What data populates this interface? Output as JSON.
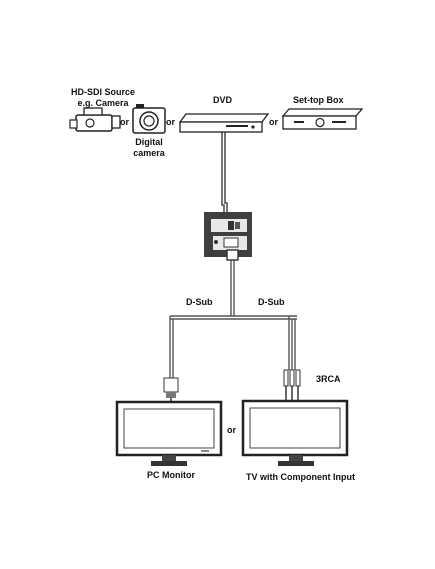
{
  "sources": {
    "hdsdi_line1": "HD-SDI Source",
    "hdsdi_line2": "e.g. Camera",
    "digital_line1": "Digital",
    "digital_line2": "camera",
    "dvd": "DVD",
    "settop": "Set-top Box",
    "or": "or"
  },
  "connections": {
    "dsub_left": "D-Sub",
    "dsub_right": "D-Sub",
    "rca": "3RCA"
  },
  "displays": {
    "pc_monitor": "PC Monitor",
    "tv": "TV with Component Input",
    "or": "or"
  }
}
